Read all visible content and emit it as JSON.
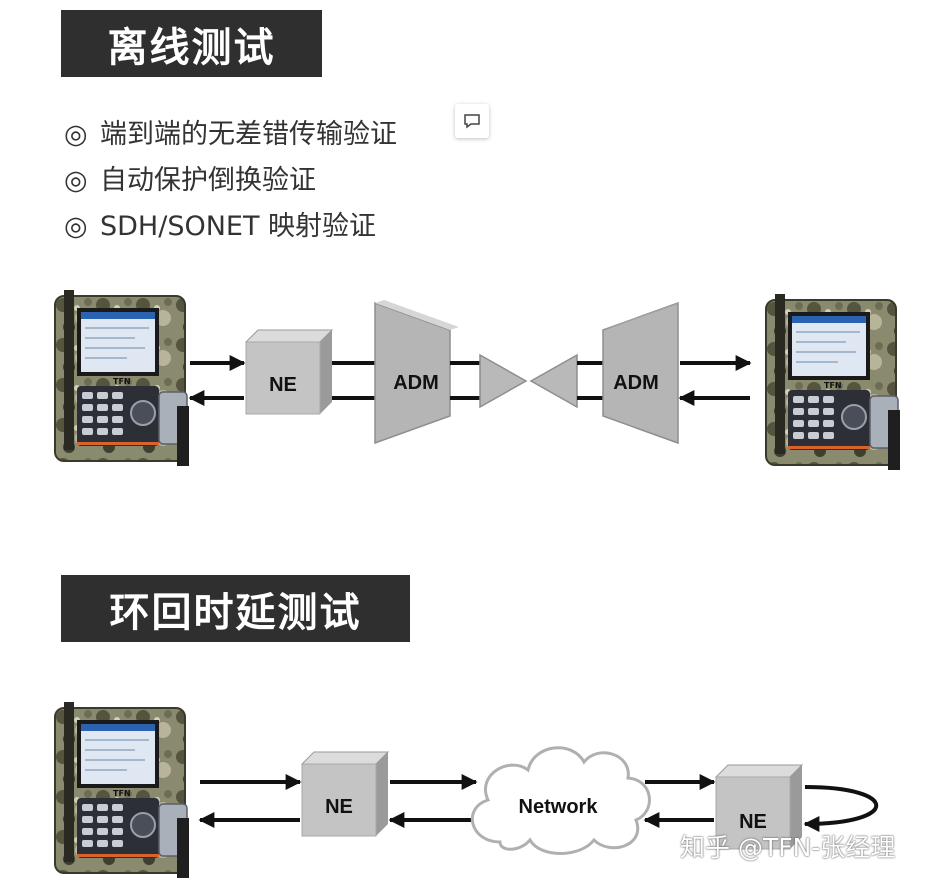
{
  "sections": {
    "offline": {
      "title": "离线测试",
      "bullets": [
        {
          "mark": "◎",
          "text": "端到端的无差错传输验证"
        },
        {
          "mark": "◎",
          "text": "自动保护倒换验证"
        },
        {
          "mark": "◎",
          "text": "SDH/SONET 映射验证"
        }
      ],
      "nodes": {
        "ne": "NE",
        "adm_left": "ADM",
        "adm_right": "ADM"
      }
    },
    "loopback": {
      "title": "环回时延测试",
      "nodes": {
        "ne_left": "NE",
        "network": "Network",
        "ne_right": "NE"
      }
    }
  },
  "device": {
    "brand": "TFN"
  },
  "watermark": "知乎 @TFN-张经理",
  "colors": {
    "title_bg": "#2f2f2f",
    "box_face": "#c4c4c4",
    "box_top": "#dcdcdc",
    "box_side": "#9a9a9a",
    "arrow": "#111111"
  },
  "icons": [
    "comment-icon",
    "tester-device-icon",
    "cloud-icon"
  ]
}
